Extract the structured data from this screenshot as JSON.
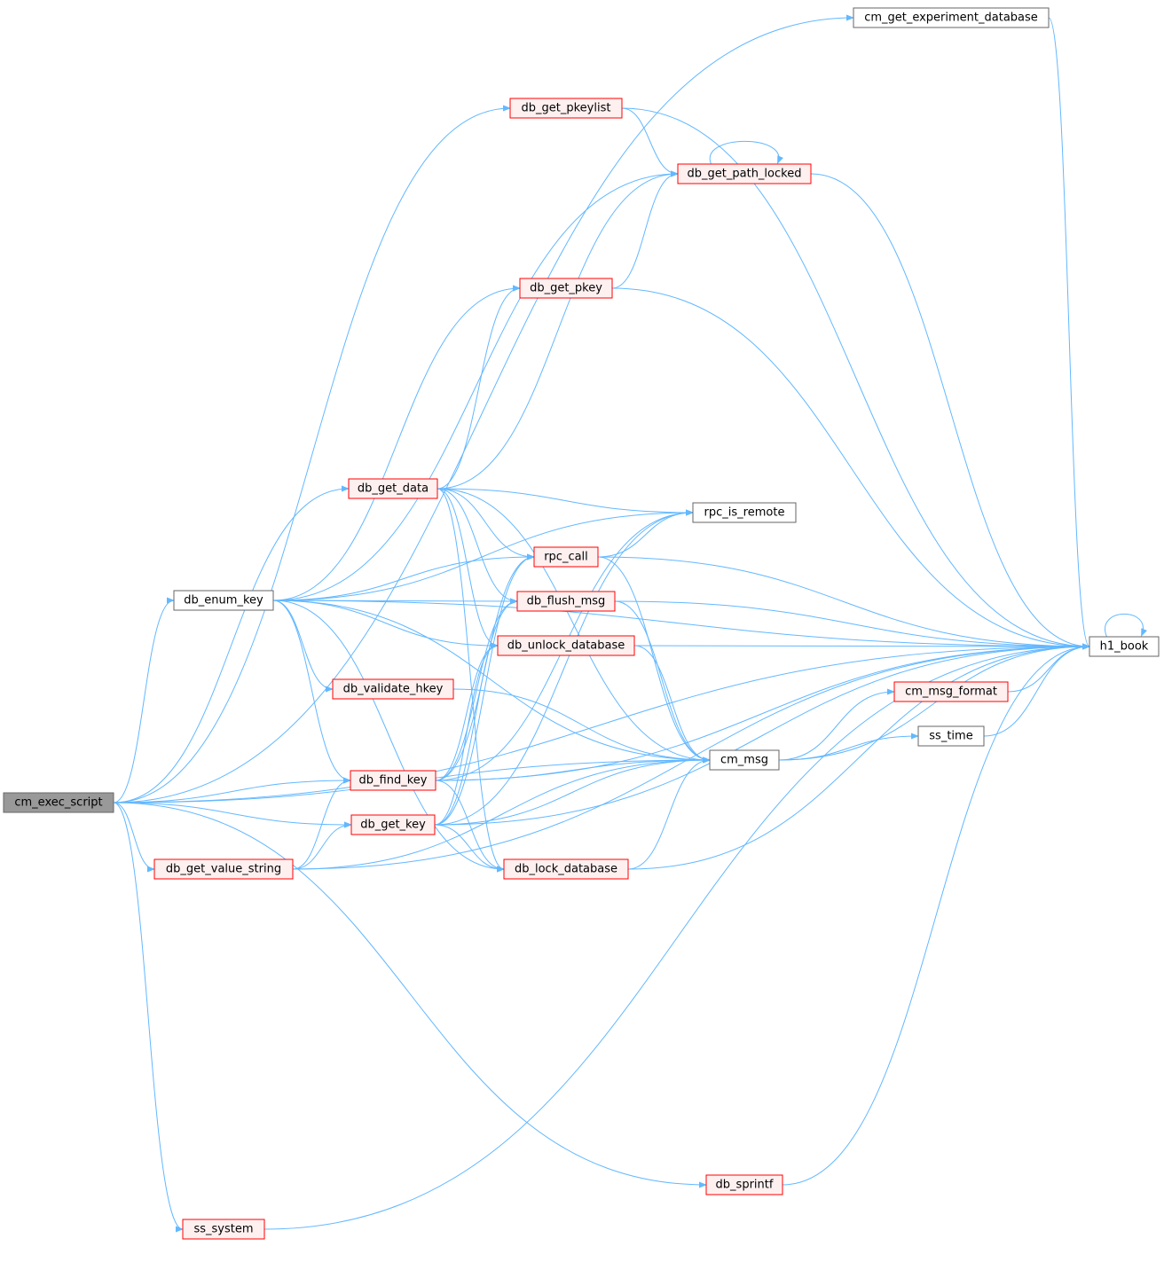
{
  "diagram": {
    "colors": {
      "edge": "#63b8ff",
      "root_fill": "#999999",
      "root_stroke": "#666666",
      "plain_fill": "#ffffff",
      "plain_stroke": "#666666",
      "red_fill": "#fff0f0",
      "red_stroke": "#ff0000"
    },
    "nodes": [
      {
        "id": "cm_exec_script",
        "label": "cm_exec_script",
        "kind": "root"
      },
      {
        "id": "cm_get_experiment_database",
        "label": "cm_get_experiment_database",
        "kind": "plain"
      },
      {
        "id": "h1_book",
        "label": "h1_book",
        "kind": "plain"
      },
      {
        "id": "db_get_pkeylist",
        "label": "db_get_pkeylist",
        "kind": "red"
      },
      {
        "id": "db_get_path_locked",
        "label": "db_get_path_locked",
        "kind": "red"
      },
      {
        "id": "db_get_pkey",
        "label": "db_get_pkey",
        "kind": "red"
      },
      {
        "id": "db_get_data",
        "label": "db_get_data",
        "kind": "red"
      },
      {
        "id": "rpc_is_remote",
        "label": "rpc_is_remote",
        "kind": "plain"
      },
      {
        "id": "rpc_call",
        "label": "rpc_call",
        "kind": "red"
      },
      {
        "id": "db_enum_key",
        "label": "db_enum_key",
        "kind": "plain"
      },
      {
        "id": "db_flush_msg",
        "label": "db_flush_msg",
        "kind": "red"
      },
      {
        "id": "db_unlock_database",
        "label": "db_unlock_database",
        "kind": "red"
      },
      {
        "id": "db_validate_hkey",
        "label": "db_validate_hkey",
        "kind": "red"
      },
      {
        "id": "cm_msg_format",
        "label": "cm_msg_format",
        "kind": "red"
      },
      {
        "id": "ss_time",
        "label": "ss_time",
        "kind": "plain"
      },
      {
        "id": "cm_msg",
        "label": "cm_msg",
        "kind": "plain"
      },
      {
        "id": "db_find_key",
        "label": "db_find_key",
        "kind": "red"
      },
      {
        "id": "db_get_key",
        "label": "db_get_key",
        "kind": "red"
      },
      {
        "id": "db_get_value_string",
        "label": "db_get_value_string",
        "kind": "red"
      },
      {
        "id": "db_lock_database",
        "label": "db_lock_database",
        "kind": "red"
      },
      {
        "id": "db_sprintf",
        "label": "db_sprintf",
        "kind": "red"
      },
      {
        "id": "ss_system",
        "label": "ss_system",
        "kind": "red"
      }
    ],
    "edges": [
      [
        "cm_exec_script",
        "cm_get_experiment_database"
      ],
      [
        "cm_exec_script",
        "h1_book"
      ],
      [
        "cm_exec_script",
        "db_get_pkeylist"
      ],
      [
        "cm_exec_script",
        "db_get_data"
      ],
      [
        "cm_exec_script",
        "db_enum_key"
      ],
      [
        "cm_exec_script",
        "db_find_key"
      ],
      [
        "cm_exec_script",
        "db_get_key"
      ],
      [
        "cm_exec_script",
        "db_get_value_string"
      ],
      [
        "cm_exec_script",
        "cm_msg"
      ],
      [
        "cm_exec_script",
        "db_sprintf"
      ],
      [
        "cm_exec_script",
        "ss_system"
      ],
      [
        "cm_get_experiment_database",
        "h1_book"
      ],
      [
        "db_get_pkeylist",
        "db_get_path_locked"
      ],
      [
        "db_get_pkeylist",
        "h1_book"
      ],
      [
        "db_get_path_locked",
        "db_get_path_locked"
      ],
      [
        "db_get_path_locked",
        "h1_book"
      ],
      [
        "db_get_pkey",
        "db_get_path_locked"
      ],
      [
        "db_get_pkey",
        "h1_book"
      ],
      [
        "db_get_data",
        "db_get_path_locked"
      ],
      [
        "db_get_data",
        "db_get_pkey"
      ],
      [
        "db_get_data",
        "rpc_is_remote"
      ],
      [
        "db_get_data",
        "rpc_call"
      ],
      [
        "db_get_data",
        "db_flush_msg"
      ],
      [
        "db_get_data",
        "db_unlock_database"
      ],
      [
        "db_get_data",
        "cm_msg"
      ],
      [
        "db_get_data",
        "db_lock_database"
      ],
      [
        "db_enum_key",
        "db_get_path_locked"
      ],
      [
        "db_enum_key",
        "db_get_pkey"
      ],
      [
        "db_enum_key",
        "h1_book"
      ],
      [
        "db_enum_key",
        "rpc_is_remote"
      ],
      [
        "db_enum_key",
        "rpc_call"
      ],
      [
        "db_enum_key",
        "db_flush_msg"
      ],
      [
        "db_enum_key",
        "db_unlock_database"
      ],
      [
        "db_enum_key",
        "db_validate_hkey"
      ],
      [
        "db_enum_key",
        "cm_msg"
      ],
      [
        "db_enum_key",
        "db_find_key"
      ],
      [
        "db_enum_key",
        "db_lock_database"
      ],
      [
        "rpc_call",
        "rpc_is_remote"
      ],
      [
        "rpc_call",
        "h1_book"
      ],
      [
        "rpc_call",
        "cm_msg"
      ],
      [
        "db_flush_msg",
        "h1_book"
      ],
      [
        "db_flush_msg",
        "cm_msg"
      ],
      [
        "db_unlock_database",
        "h1_book"
      ],
      [
        "db_unlock_database",
        "cm_msg"
      ],
      [
        "db_validate_hkey",
        "cm_msg"
      ],
      [
        "cm_msg",
        "cm_msg_format"
      ],
      [
        "cm_msg",
        "ss_time"
      ],
      [
        "cm_msg",
        "h1_book"
      ],
      [
        "cm_msg_format",
        "h1_book"
      ],
      [
        "ss_time",
        "h1_book"
      ],
      [
        "db_find_key",
        "rpc_is_remote"
      ],
      [
        "db_find_key",
        "rpc_call"
      ],
      [
        "db_find_key",
        "db_flush_msg"
      ],
      [
        "db_find_key",
        "db_unlock_database"
      ],
      [
        "db_find_key",
        "cm_msg"
      ],
      [
        "db_find_key",
        "db_lock_database"
      ],
      [
        "db_find_key",
        "h1_book"
      ],
      [
        "db_get_key",
        "rpc_is_remote"
      ],
      [
        "db_get_key",
        "rpc_call"
      ],
      [
        "db_get_key",
        "db_flush_msg"
      ],
      [
        "db_get_key",
        "db_unlock_database"
      ],
      [
        "db_get_key",
        "cm_msg"
      ],
      [
        "db_get_key",
        "db_lock_database"
      ],
      [
        "db_get_key",
        "h1_book"
      ],
      [
        "db_get_value_string",
        "db_find_key"
      ],
      [
        "db_get_value_string",
        "db_get_key"
      ],
      [
        "db_get_value_string",
        "cm_msg"
      ],
      [
        "db_get_value_string",
        "h1_book"
      ],
      [
        "db_lock_database",
        "cm_msg"
      ],
      [
        "db_lock_database",
        "h1_book"
      ],
      [
        "db_sprintf",
        "h1_book"
      ],
      [
        "ss_system",
        "h1_book"
      ],
      [
        "h1_book",
        "h1_book"
      ]
    ]
  }
}
